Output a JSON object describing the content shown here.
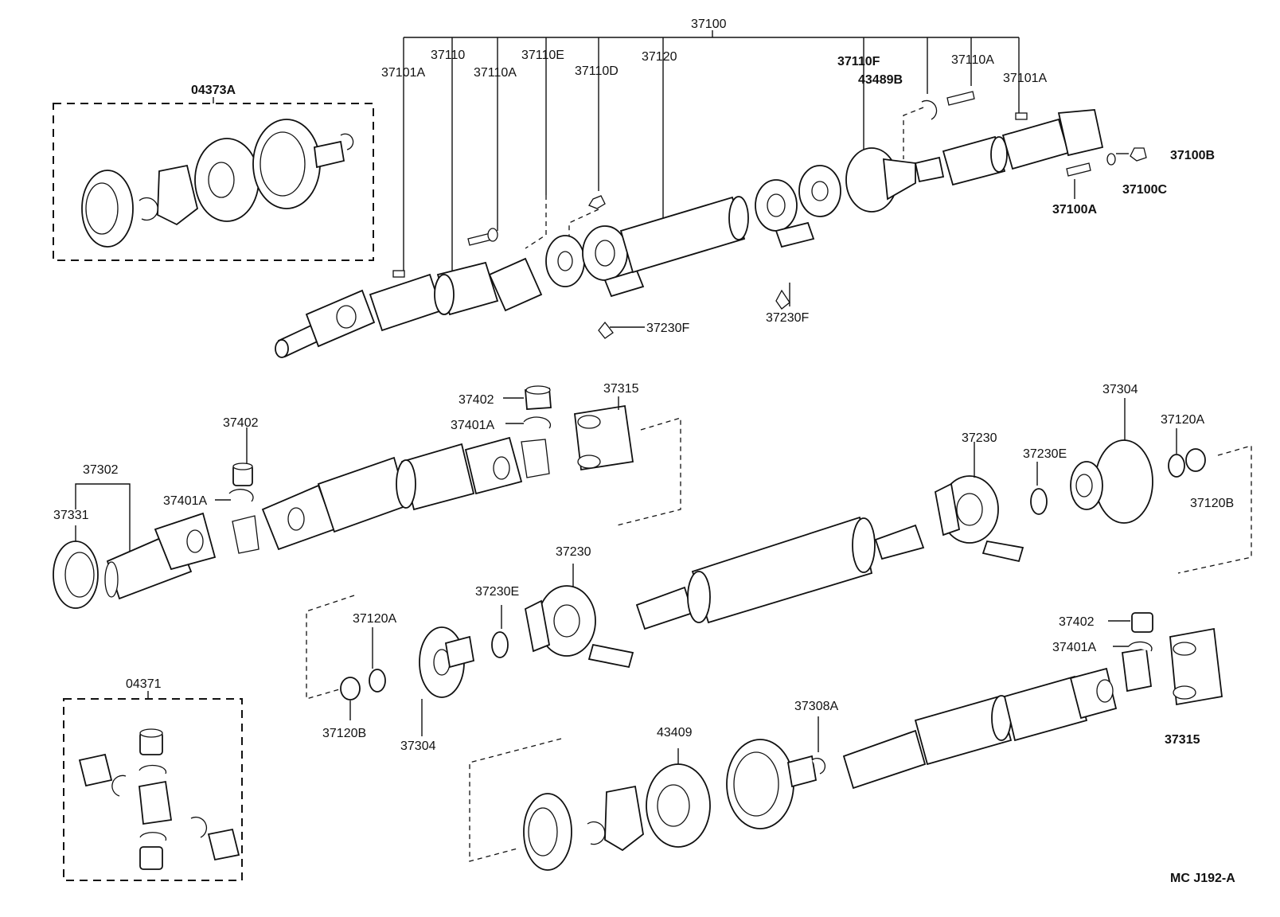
{
  "diagram": {
    "code": "MC J192-A",
    "labels": {
      "l37100": "37100",
      "l37110": "37110",
      "l37110E": "37110E",
      "l37120": "37120",
      "l37101A_left": "37101A",
      "l37110A_left": "37110A",
      "l37110D": "37110D",
      "l37110F": "37110F",
      "l37110A_right": "37110A",
      "l43489B": "43489B",
      "l37101A_right": "37101A",
      "l37100B": "37100B",
      "l37100C": "37100C",
      "l37100A": "37100A",
      "l37230F_left": "37230F",
      "l37230F_right": "37230F",
      "l04373A": "04373A",
      "l37402_top": "37402",
      "l37401A_top": "37401A",
      "l37315_top": "37315",
      "l37402_mid": "37402",
      "l37401A_mid": "37401A",
      "l37302": "37302",
      "l37331": "37331",
      "l37304_right": "37304",
      "l37120A_right": "37120A",
      "l37120B_right": "37120B",
      "l37230_right": "37230",
      "l37230E_right": "37230E",
      "l37230_mid": "37230",
      "l37230E_mid": "37230E",
      "l37120A_mid": "37120A",
      "l37120B_mid": "37120B",
      "l37304_mid": "37304",
      "l37402_right": "37402",
      "l37401A_right": "37401A",
      "l37315_right": "37315",
      "l37308A": "37308A",
      "l43409": "43409",
      "l04371": "04371"
    }
  }
}
